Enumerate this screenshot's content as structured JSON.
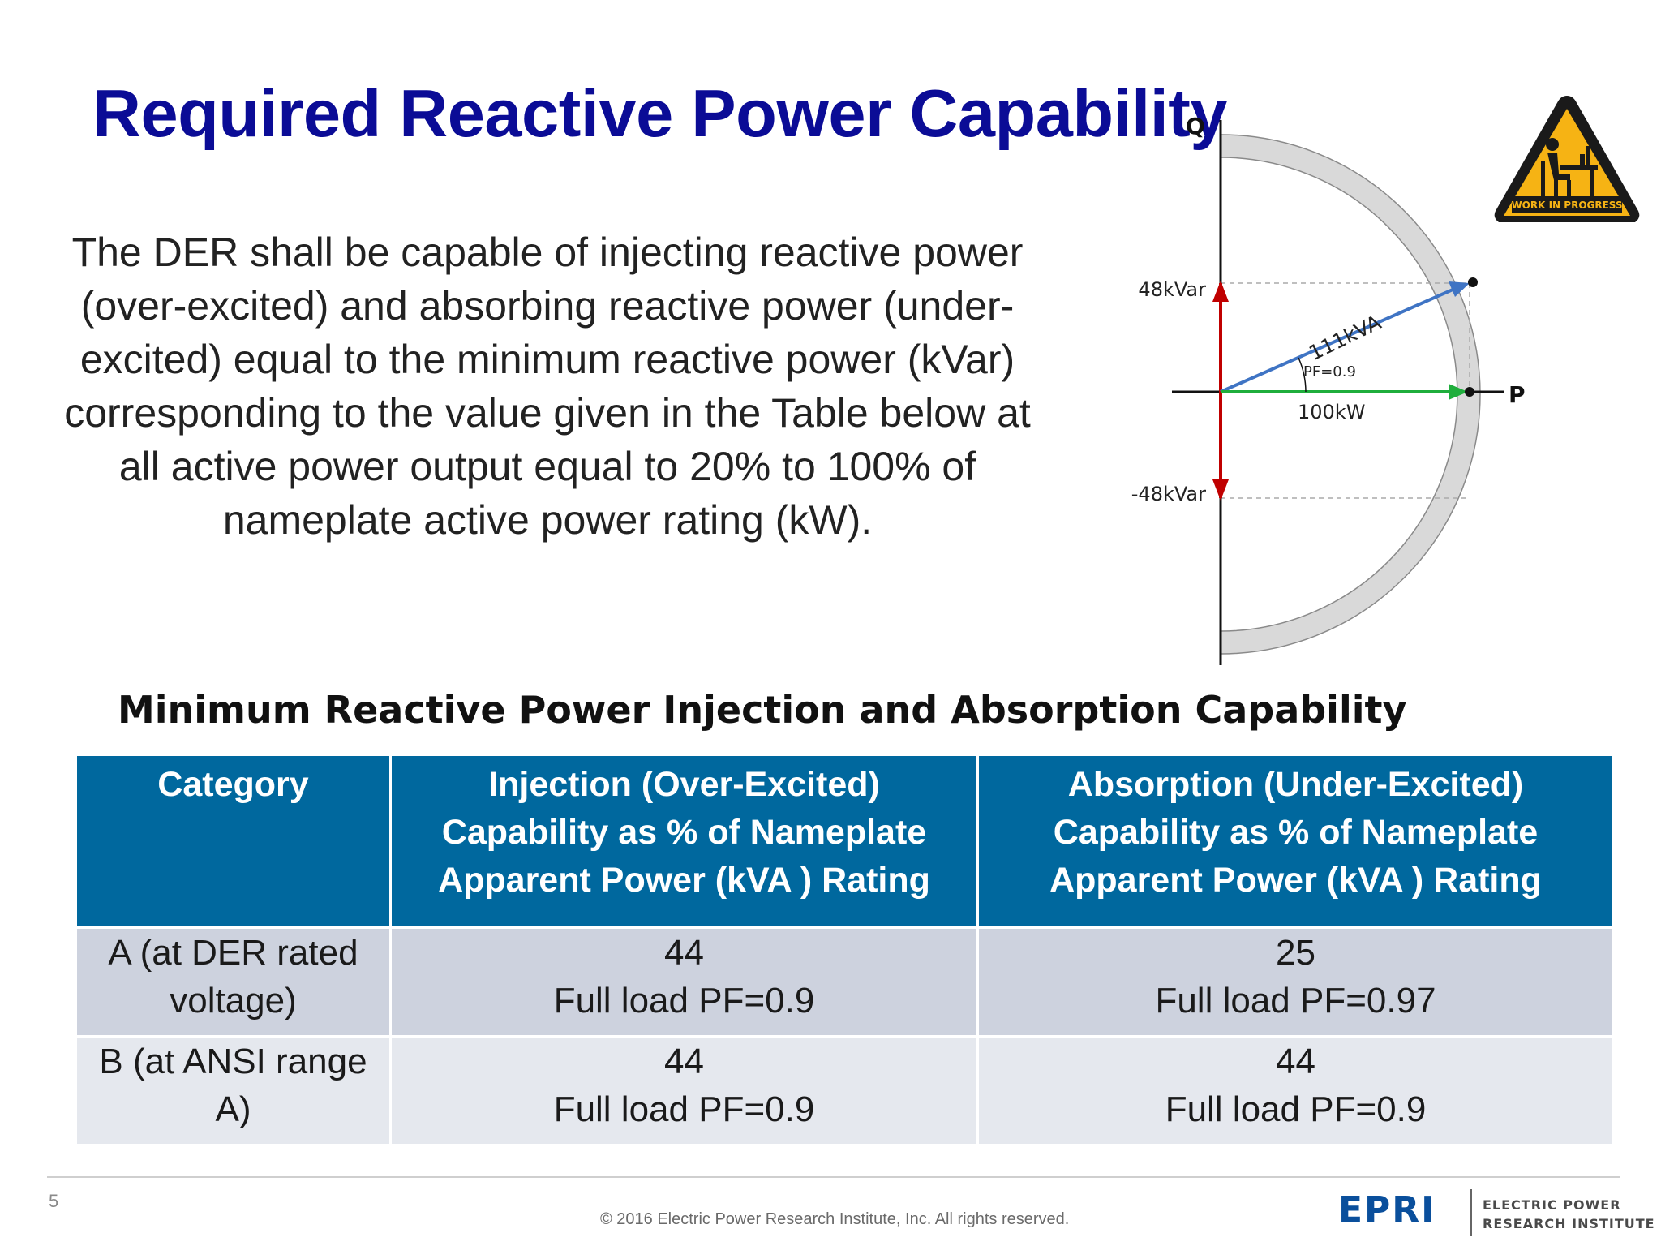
{
  "slide": {
    "title": "Required Reactive Power Capability",
    "body": "The DER shall be capable of injecting reactive power (over-excited) and absorbing reactive power (under-excited) equal to the minimum reactive power (kVar) corresponding to the value given in the Table below at all active power output equal to 20% to 100% of nameplate active power rating (kW).",
    "page_number": "5",
    "copyright": "© 2016 Electric Power Research Institute, Inc. All rights reserved."
  },
  "badge": {
    "text": "WORK IN PROGRESS",
    "color": "#f6b314",
    "icon": "person-at-desk-icon"
  },
  "diagram": {
    "axis_q": "Q",
    "axis_p": "P",
    "q_pos_label": "48kVar",
    "q_neg_label": "-48kVar",
    "s_label": "111kVA",
    "pf_label": "PF=0.9",
    "p_label": "100kW",
    "s_kva": 111,
    "p_kw": 100,
    "q_kvar": 48,
    "colors": {
      "q_arrow": "#c00000",
      "s_arrow": "#3f74c4",
      "p_arrow": "#1fae3c",
      "band": "#d9d9d9"
    }
  },
  "table": {
    "caption": "Minimum Reactive Power Injection and Absorption Capability",
    "headers": [
      [
        "Category"
      ],
      [
        "Injection (Over-Excited)",
        "Capability as % of Nameplate",
        "Apparent Power (kVA ) Rating"
      ],
      [
        "Absorption (Under-Excited)",
        "Capability as % of Nameplate",
        "Apparent Power (kVA ) Rating"
      ]
    ],
    "rows": [
      [
        [
          "A (at DER rated",
          "voltage)"
        ],
        [
          "44",
          "Full load PF=0.9"
        ],
        [
          "25",
          "Full load PF=0.97"
        ]
      ],
      [
        [
          "B (at ANSI range",
          "A)"
        ],
        [
          "44",
          "Full load PF=0.9"
        ],
        [
          "44",
          "Full load PF=0.9"
        ]
      ]
    ],
    "colors": {
      "header": "#00689e",
      "row_a": "#cdd2de",
      "row_b": "#e5e8ee"
    }
  },
  "logo": {
    "wordmark": "EPRI",
    "name_line1": "ELECTRIC POWER",
    "name_line2": "RESEARCH INSTITUTE",
    "color": "#0a4f9c"
  }
}
